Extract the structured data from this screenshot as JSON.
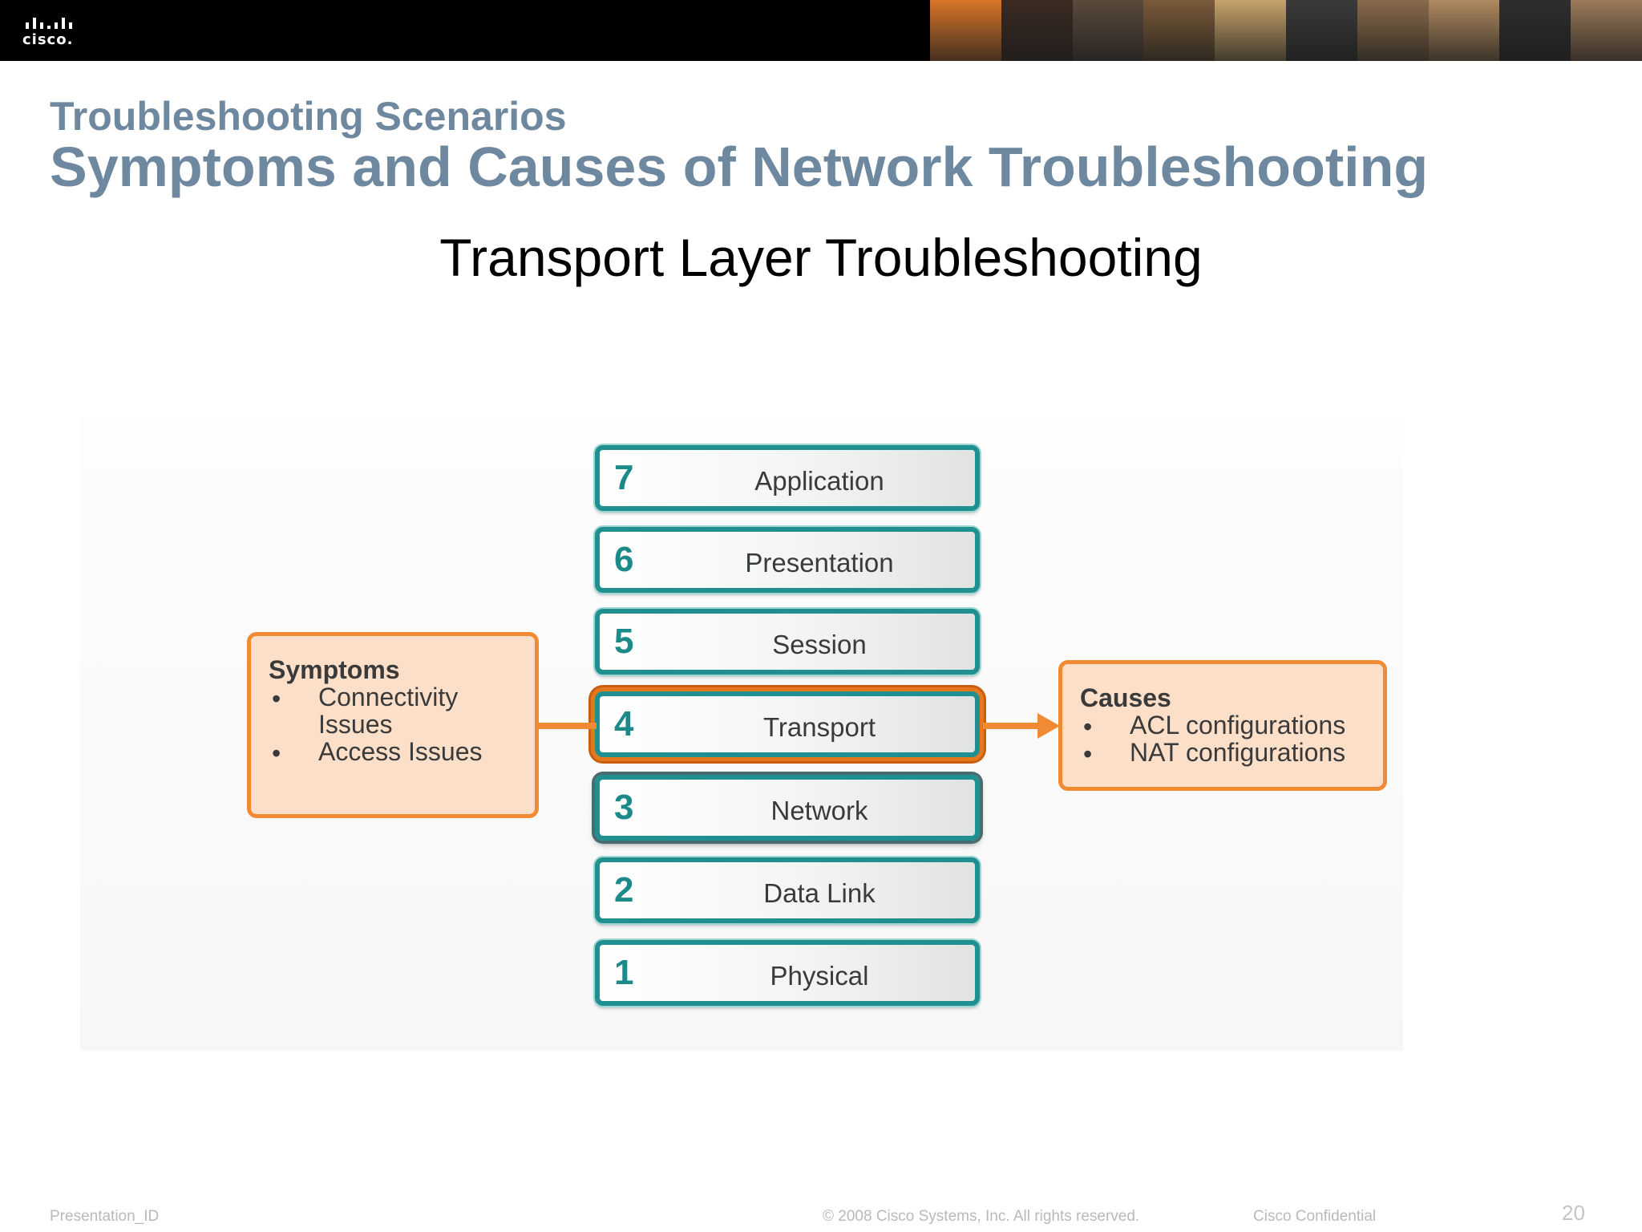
{
  "header": {
    "logo_text": "cisco.",
    "photo_strip_colors": [
      "#d9762a",
      "#3b2a22",
      "#5a4a3c",
      "#7a5a3a",
      "#c7a36b",
      "#3a3a3a",
      "#8a6a4a",
      "#b08a60",
      "#2e2e2e",
      "#9a7a5a"
    ]
  },
  "slide": {
    "kicker": "Troubleshooting Scenarios",
    "title": "Symptoms and Causes of Network Troubleshooting",
    "subtitle": "Transport Layer Troubleshooting"
  },
  "osi_layers": [
    {
      "number": "7",
      "name": "Application"
    },
    {
      "number": "6",
      "name": "Presentation"
    },
    {
      "number": "5",
      "name": "Session"
    },
    {
      "number": "4",
      "name": "Transport",
      "highlighted": true
    },
    {
      "number": "3",
      "name": "Network"
    },
    {
      "number": "2",
      "name": "Data Link"
    },
    {
      "number": "1",
      "name": "Physical"
    }
  ],
  "symptoms": {
    "title": "Symptoms",
    "bullet": "•",
    "items": [
      "Connectivity",
      "Issues",
      "Access Issues"
    ]
  },
  "causes": {
    "title": "Causes",
    "bullet": "•",
    "items": [
      "ACL configurations",
      "NAT configurations"
    ]
  },
  "colors": {
    "title": "#6d889f",
    "teal": "#1f8f8f",
    "orange": "#f08a33",
    "box_fill": "#fcdfc9"
  },
  "footer": {
    "presentation_id": "Presentation_ID",
    "copyright": "© 2008 Cisco Systems, Inc. All rights reserved.",
    "confidential": "Cisco Confidential",
    "page_number": "20"
  }
}
